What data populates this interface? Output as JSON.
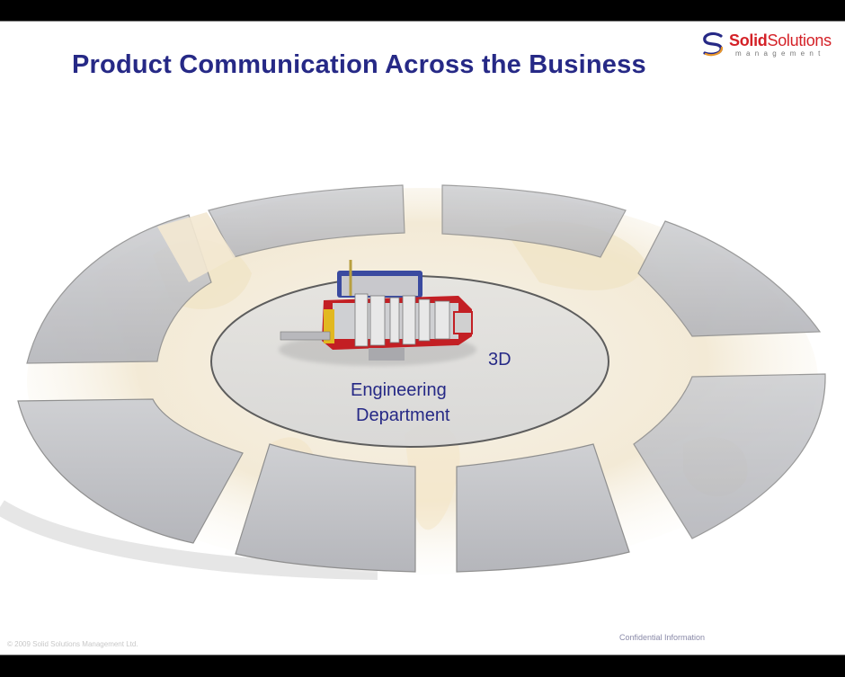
{
  "slide": {
    "title": "Product Communication Across the Business",
    "logo": {
      "brand_bold": "Solid",
      "brand_regular": "Solutions",
      "subtitle": "management",
      "colors": {
        "brand_red": "#d42127",
        "swoosh_blue": "#262986",
        "swoosh_orange": "#e8962a"
      }
    },
    "center": {
      "label_3d": "3D",
      "label_line1": "Engineering",
      "label_line2": "Department",
      "image": "gearbox-cutaway-3d-model"
    },
    "ring": {
      "segment_count": 8,
      "background": "world-map",
      "segments": [
        {
          "label": ""
        },
        {
          "label": ""
        },
        {
          "label": ""
        },
        {
          "label": ""
        },
        {
          "label": ""
        },
        {
          "label": ""
        },
        {
          "label": ""
        },
        {
          "label": ""
        }
      ]
    },
    "footer": {
      "copyright": "© 2009  Solid Solutions Management Ltd.",
      "confidential": "Confidential  Information"
    },
    "colors": {
      "title": "#262986",
      "text": "#262986",
      "segment_gray": "#b9babf",
      "map_cream": "#f4ead4"
    }
  }
}
